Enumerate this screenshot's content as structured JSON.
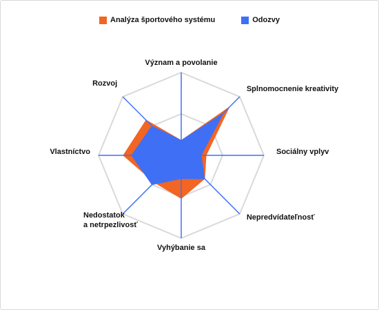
{
  "chart_data": {
    "type": "radar",
    "title": "",
    "legend_position": "top",
    "axes": [
      "Význam a povolanie",
      "Splnomocnenie kreativity",
      "Sociálny vplyv",
      "Nepredvídateľnosť",
      "Vyhýbanie sa",
      "Nedostatok a netrpezlivosť",
      "Vlastníctvo",
      "Rozvoj"
    ],
    "range": [
      0,
      5
    ],
    "grid_rings": 2,
    "series": [
      {
        "name": "Analýza športového systému",
        "color": "#f26522",
        "values": [
          0.9,
          4.1,
          1.5,
          2.0,
          2.6,
          2.3,
          3.5,
          3.0
        ]
      },
      {
        "name": "Odozvy",
        "color": "#3f6ff5",
        "values": [
          0.9,
          3.6,
          1.2,
          2.0,
          1.4,
          2.5,
          3.0,
          2.5
        ]
      }
    ],
    "colors": {
      "grid": "#d9d9d9",
      "spokes": "#3f6ff5"
    }
  }
}
